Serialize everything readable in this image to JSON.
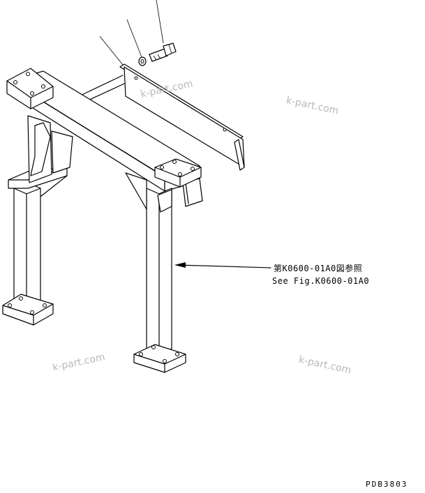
{
  "diagram": {
    "reference_label_jp": "第K0600-01A0図参照",
    "reference_label_en": "See Fig.K0600-01A0",
    "drawing_code": "PDB3803",
    "watermark": "k-part.com"
  },
  "colors": {
    "line": "#000000",
    "background": "#ffffff",
    "watermark": "#b8b8b8"
  }
}
